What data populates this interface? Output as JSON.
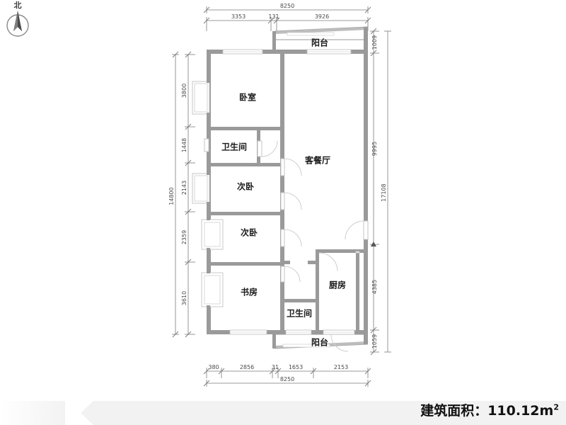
{
  "compass": {
    "label": "北",
    "icon": "compass-north-icon"
  },
  "area_caption": {
    "prefix": "建筑面积：",
    "value": "110.12",
    "unit": "m",
    "exponent": "2"
  },
  "rooms": [
    {
      "key": "balcony_top",
      "label": "阳台",
      "name": "room-balcony-top"
    },
    {
      "key": "bedroom_main",
      "label": "卧室",
      "name": "room-master-bedroom"
    },
    {
      "key": "bathroom_1",
      "label": "卫生间",
      "name": "room-bathroom-1"
    },
    {
      "key": "bedroom_2",
      "label": "次卧",
      "name": "room-secondary-bedroom-1"
    },
    {
      "key": "bedroom_3",
      "label": "次卧",
      "name": "room-secondary-bedroom-2"
    },
    {
      "key": "study",
      "label": "书房",
      "name": "room-study"
    },
    {
      "key": "living_dining",
      "label": "客餐厅",
      "name": "room-living-dining"
    },
    {
      "key": "kitchen",
      "label": "厨房",
      "name": "room-kitchen"
    },
    {
      "key": "bathroom_2",
      "label": "卫生间",
      "name": "room-bathroom-2"
    },
    {
      "key": "balcony_bottom",
      "label": "阳台",
      "name": "room-balcony-bottom"
    }
  ],
  "dimensions": {
    "top_overall": "8250",
    "top_segments": [
      "3353",
      "131",
      "3926"
    ],
    "bottom_overall": "8250",
    "bottom_segments": [
      "380",
      "2856",
      "31",
      "1653",
      "2153"
    ],
    "left_overall": "14800",
    "left_segments": [
      "3800",
      "1448",
      "2143",
      "2359",
      "3610"
    ],
    "right_overall": "17108",
    "right_segments": [
      "1009",
      "9995",
      "4385",
      "1059"
    ]
  },
  "colors": {
    "wall": "#9a9a9a",
    "wall_dark": "#8d8d8d",
    "window_fill": "#ffffff",
    "window_line": "#b9b9b9",
    "door_arc": "#c9c9c9",
    "dim_line": "#7a7a7a",
    "dim_text": "#4a4a4a",
    "label_text": "#1a1a1a",
    "band": "#f2f2f2"
  }
}
